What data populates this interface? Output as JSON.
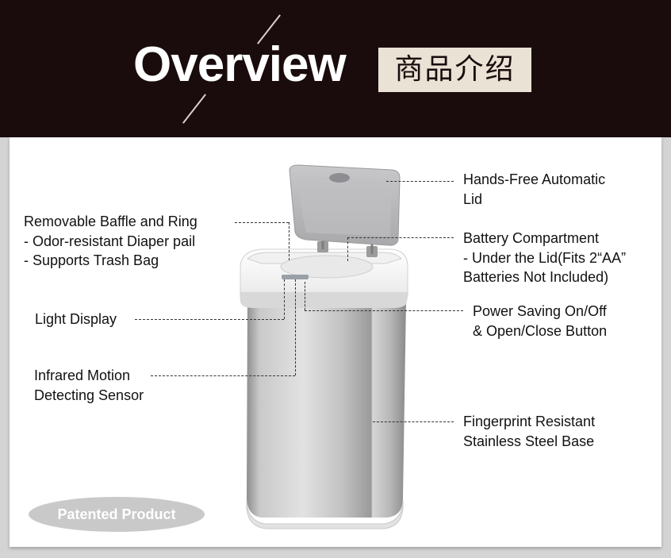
{
  "header": {
    "title": "Overview",
    "badge": "商品介绍"
  },
  "callouts": {
    "lid": [
      "Hands-Free Automatic",
      "Lid"
    ],
    "baffle": [
      "Removable Baffle and Ring",
      "- Odor-resistant Diaper pail",
      "- Supports Trash Bag"
    ],
    "battery": [
      "Battery Compartment",
      "- Under the Lid(Fits 2“AA”",
      "Batteries Not Included)"
    ],
    "light": [
      "Light Display"
    ],
    "power": [
      "Power Saving On/Off",
      "& Open/Close Button"
    ],
    "sensor": [
      "Infrared Motion",
      "Detecting Sensor"
    ],
    "base": [
      "Fingerprint Resistant",
      "Stainless Steel Base"
    ]
  },
  "badge_patent": "Patented Product",
  "colors": {
    "header_bg": "#1a0c0c",
    "badge_bg": "#e9e2d5",
    "panel_bg": "#ffffff",
    "steel_mid": "#bdbdbd",
    "patent_bg": "#c9c9c9"
  }
}
